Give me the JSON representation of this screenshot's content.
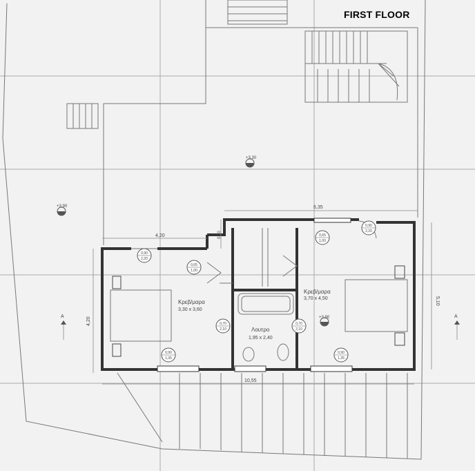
{
  "title": "FIRST FLOOR",
  "dimensions": {
    "top_width": "6,35",
    "left_width": "4,20",
    "left_height": "4,20",
    "right_height": "5,10",
    "bottom_width": "10,55",
    "corridor": "0,90"
  },
  "rooms": {
    "bedroom_left": {
      "name": "Κρεβ/μαρα",
      "size": "3,30 x 3,60"
    },
    "bedroom_right": {
      "name": "Κρεβ/μαρα",
      "size": "3,70 x 4,50"
    },
    "bathroom": {
      "name": "Λουτρο",
      "size": "1,95 x 2,40"
    }
  },
  "window_tags": [
    {
      "id": "w1",
      "top": "0,90",
      "bottom": "2,20"
    },
    {
      "id": "w2",
      "top": "0,65",
      "bottom": "1,00"
    },
    {
      "id": "w3",
      "top": "0,90",
      "bottom": "2,20"
    },
    {
      "id": "w4",
      "top": "0,65",
      "bottom": "1,00"
    },
    {
      "id": "w5",
      "top": "0,70",
      "bottom": "2,10"
    },
    {
      "id": "w6",
      "top": "0,70",
      "bottom": "2,10"
    },
    {
      "id": "w7",
      "top": "0,90",
      "bottom": "1,35"
    },
    {
      "id": "w8",
      "top": "0,90",
      "bottom": "1,35"
    }
  ],
  "level_marks": [
    "+3,30",
    "+3,90",
    "+3,90"
  ],
  "section_marks": [
    "A",
    "A"
  ]
}
